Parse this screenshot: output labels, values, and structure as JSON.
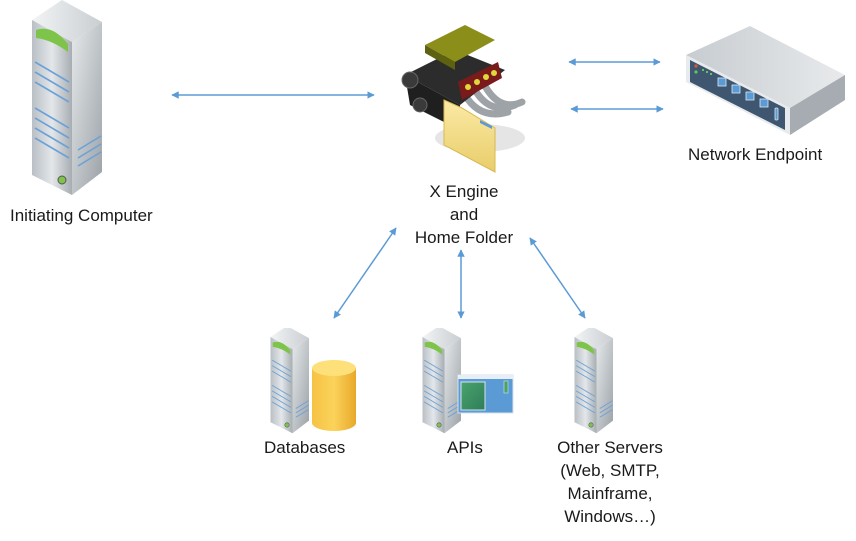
{
  "diagram": {
    "arrow_color": "#5b9bd5",
    "nodes": {
      "initiating_computer": {
        "label": "Initiating Computer",
        "icon": "tower-server-icon"
      },
      "x_engine": {
        "label_lines": [
          "X Engine",
          "and",
          "Home Folder"
        ],
        "icon": "engine-with-folder-icon"
      },
      "network_endpoint": {
        "label": "Network Endpoint",
        "icon": "network-switch-icon"
      },
      "databases": {
        "label": "Databases",
        "icon": "server-with-database-icon"
      },
      "apis": {
        "label": "APIs",
        "icon": "server-with-window-icon"
      },
      "other_servers": {
        "label_lines": [
          "Other Servers",
          "(Web, SMTP,",
          "Mainframe,",
          "Windows…)"
        ],
        "icon": "tower-server-icon"
      }
    },
    "connections": [
      {
        "from": "initiating_computer",
        "to": "x_engine",
        "direction": "bidirectional"
      },
      {
        "from": "x_engine",
        "to": "network_endpoint",
        "direction": "bidirectional"
      },
      {
        "from": "x_engine",
        "to": "network_endpoint",
        "direction": "bidirectional"
      },
      {
        "from": "x_engine",
        "to": "databases",
        "direction": "bidirectional"
      },
      {
        "from": "x_engine",
        "to": "apis",
        "direction": "bidirectional"
      },
      {
        "from": "x_engine",
        "to": "other_servers",
        "direction": "bidirectional"
      }
    ]
  }
}
